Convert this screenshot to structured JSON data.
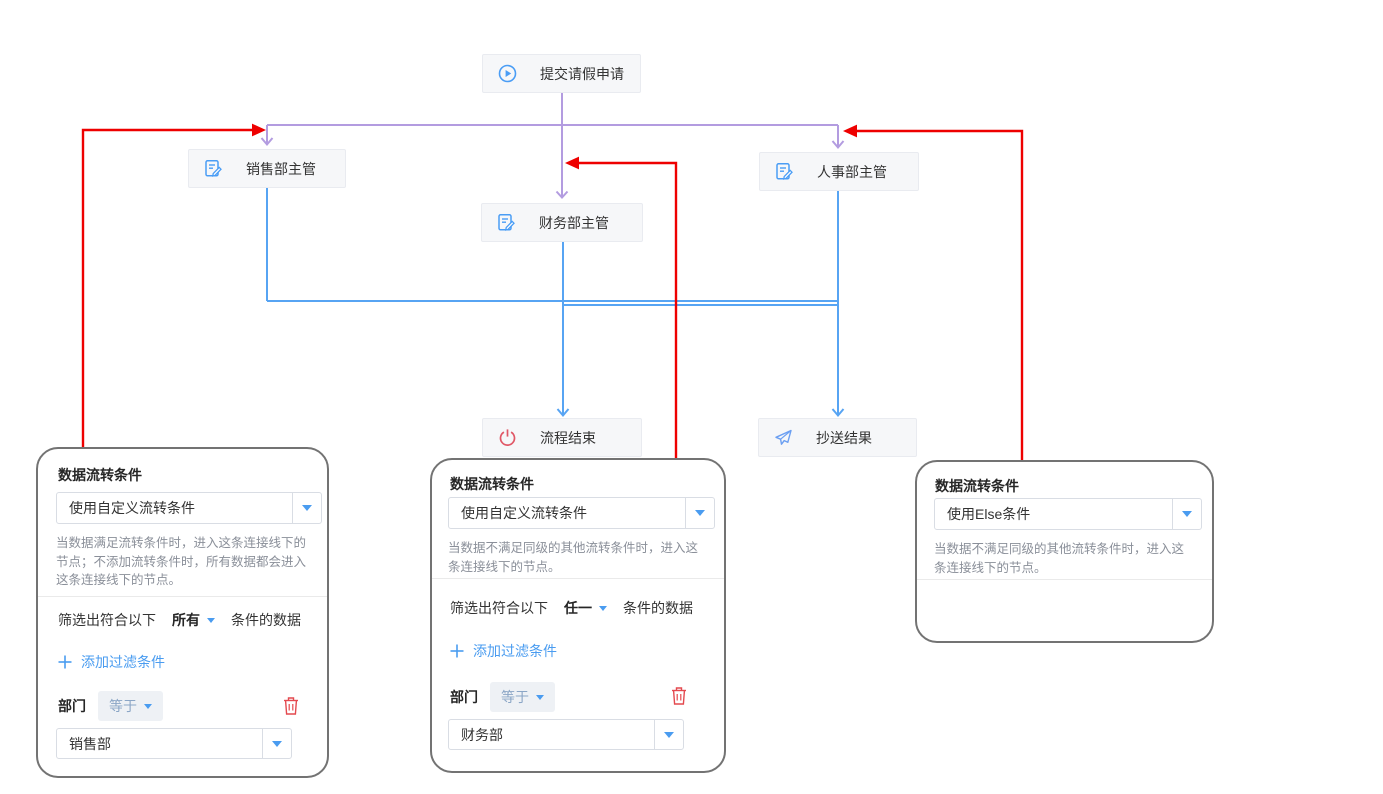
{
  "nodes": {
    "start": {
      "label": "提交请假申请",
      "icon": "play-circle"
    },
    "sales": {
      "label": "销售部主管",
      "icon": "edit-note"
    },
    "finance": {
      "label": "财务部主管",
      "icon": "edit-note"
    },
    "hr": {
      "label": "人事部主管",
      "icon": "edit-note"
    },
    "end": {
      "label": "流程结束",
      "icon": "power"
    },
    "cc": {
      "label": "抄送结果",
      "icon": "send"
    }
  },
  "panels": [
    {
      "title": "数据流转条件",
      "condition_type": "使用自定义流转条件",
      "description": "当数据满足流转条件时，进入这条连接线下的节点；不添加流转条件时，所有数据都会进入这条连接线下的节点。",
      "filter_prefix": "筛选出符合以下",
      "filter_match": "所有",
      "filter_suffix": "条件的数据",
      "add_filter_label": "添加过滤条件",
      "field_label": "部门",
      "operator_label": "等于",
      "field_value": "销售部"
    },
    {
      "title": "数据流转条件",
      "condition_type": "使用自定义流转条件",
      "description": "当数据不满足同级的其他流转条件时，进入这条连接线下的节点。",
      "filter_prefix": "筛选出符合以下",
      "filter_match": "任一",
      "filter_suffix": "条件的数据",
      "add_filter_label": "添加过滤条件",
      "field_label": "部门",
      "operator_label": "等于",
      "field_value": "财务部"
    },
    {
      "title": "数据流转条件",
      "condition_type": "使用Else条件",
      "description": "当数据不满足同级的其他流转条件时，进入这条连接线下的节点。"
    }
  ],
  "colors": {
    "accent_blue": "#4a9cf0",
    "line_blue": "#57a4f3",
    "line_purple": "#b39ce0",
    "line_red": "#ee0000",
    "danger_red": "#e4494f",
    "node_bg": "#f6f7f9",
    "panel_border": "#737373"
  }
}
